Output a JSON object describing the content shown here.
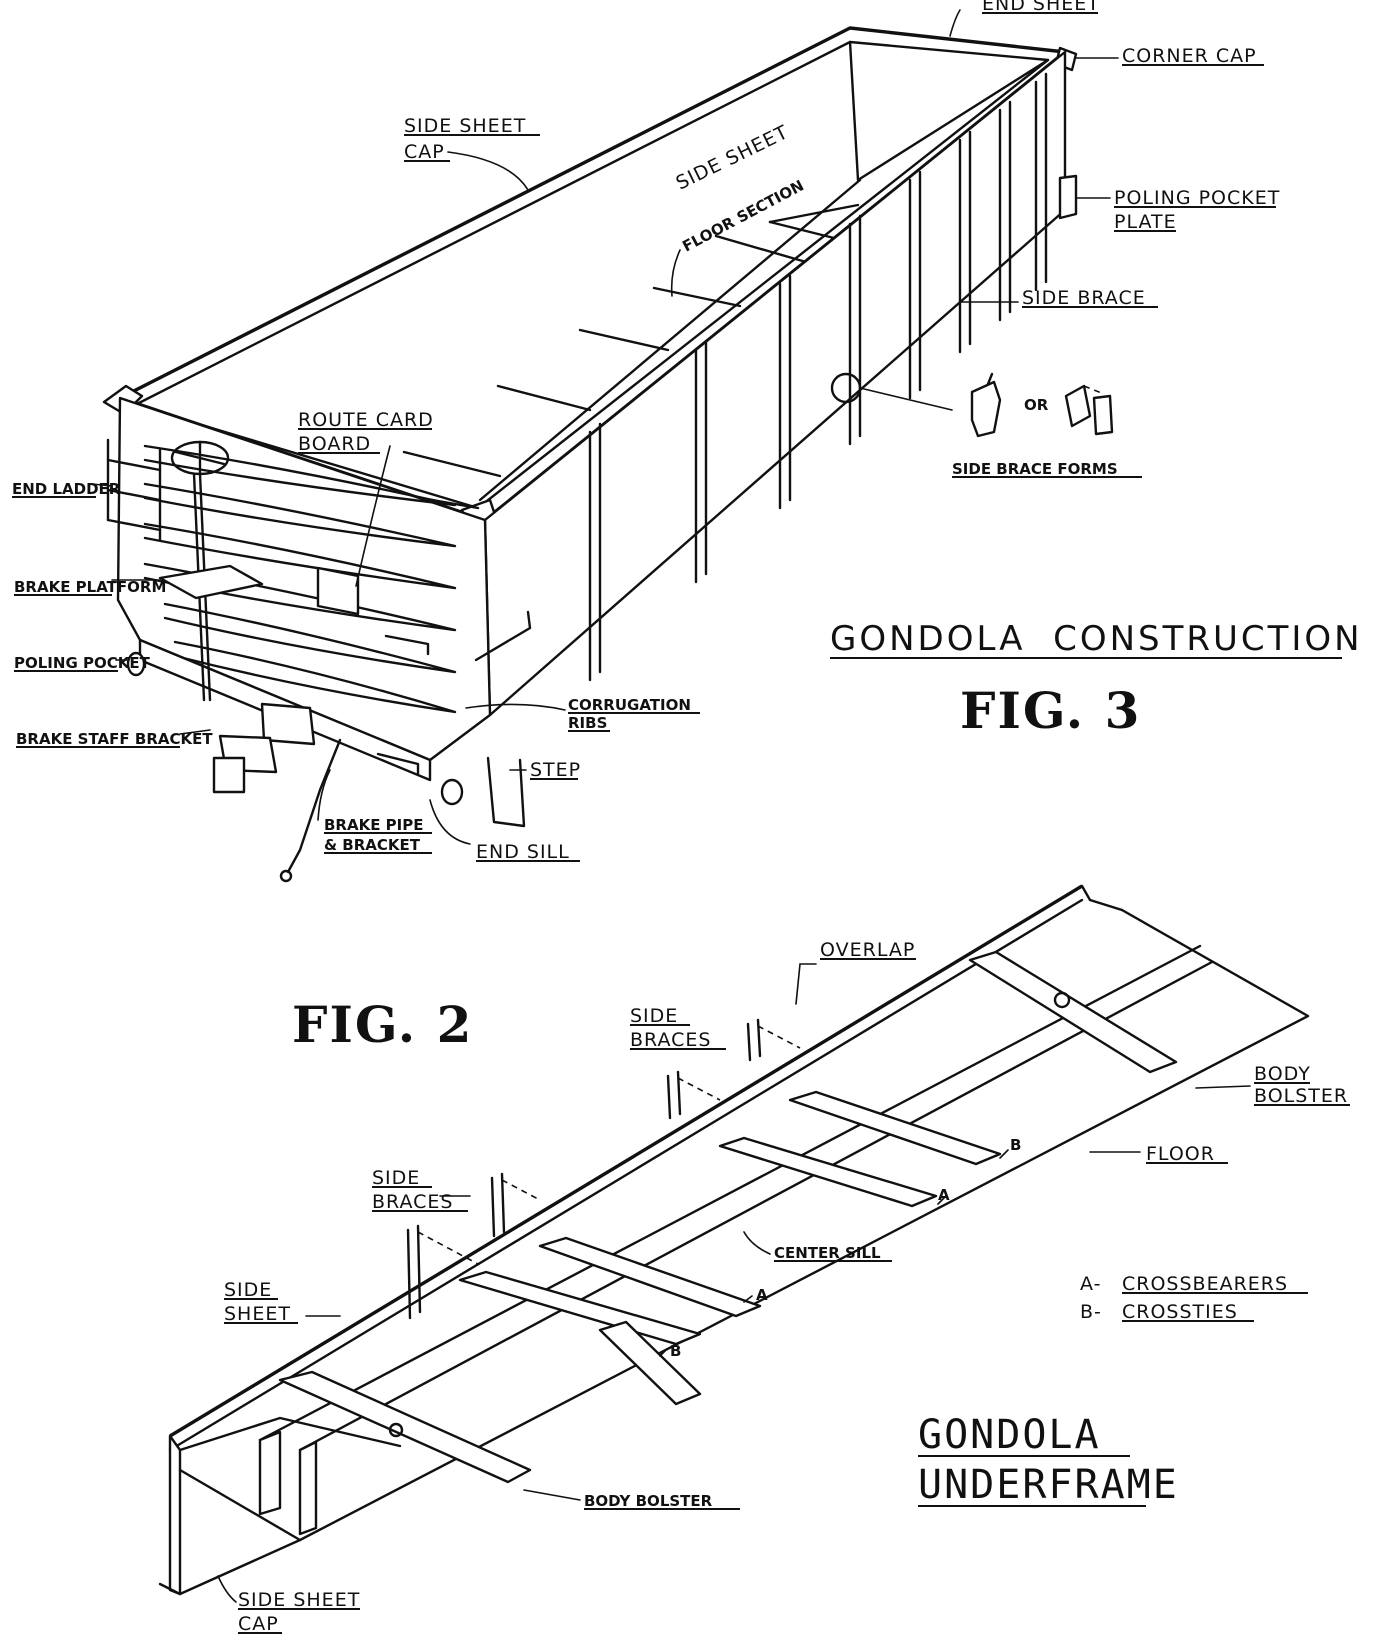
{
  "figure_3": {
    "title": "GONDOLA  CONSTRUCTION",
    "fig_label": "FIG. 3",
    "labels": {
      "end_sheet": "END SHEET",
      "corner_cap": "CORNER CAP",
      "side_sheet_cap_1": "SIDE SHEET",
      "side_sheet_cap_2": "CAP",
      "side_sheet": "SIDE SHEET",
      "floor_section": "FLOOR SECTION",
      "poling_pocket_plate_1": "POLING POCKET",
      "poling_pocket_plate_2": "PLATE",
      "side_brace": "SIDE BRACE",
      "or": "OR",
      "side_brace_forms": "SIDE BRACE FORMS",
      "route_card_board_1": "ROUTE CARD",
      "route_card_board_2": "BOARD",
      "end_ladder": "END LADDER",
      "brake_platform": "BRAKE PLATFORM",
      "poling_pocket": "POLING POCKET",
      "brake_staff_bracket": "BRAKE STAFF BRACKET",
      "corrugation_ribs_1": "CORRUGATION",
      "corrugation_ribs_2": "RIBS",
      "step": "STEP",
      "brake_pipe_1": "BRAKE PIPE",
      "brake_pipe_2": "& BRACKET",
      "end_sill": "END SILL"
    }
  },
  "figure_2": {
    "fig_label": "FIG. 2",
    "title_1": "GONDOLA",
    "title_2": "UNDERFRAME",
    "labels": {
      "overlap": "OVERLAP",
      "side_braces_top_1": "SIDE",
      "side_braces_top_2": "BRACES",
      "body_bolster_right_1": "BODY",
      "body_bolster_right_2": "BOLSTER",
      "floor": "FLOOR",
      "side_braces_mid_1": "SIDE",
      "side_braces_mid_2": "BRACES",
      "center_sill": "CENTER SILL",
      "side_sheet_1": "SIDE",
      "side_sheet_2": "SHEET",
      "body_bolster_bottom": "BODY BOLSTER",
      "side_sheet_cap_1": "SIDE SHEET",
      "side_sheet_cap_2": "CAP",
      "marker_a1": "A",
      "marker_a2": "A",
      "marker_b1": "B",
      "marker_b2": "B"
    },
    "legend": [
      {
        "key": "A-",
        "text": "CROSSBEARERS"
      },
      {
        "key": "B-",
        "text": "CROSSTIES"
      }
    ]
  }
}
